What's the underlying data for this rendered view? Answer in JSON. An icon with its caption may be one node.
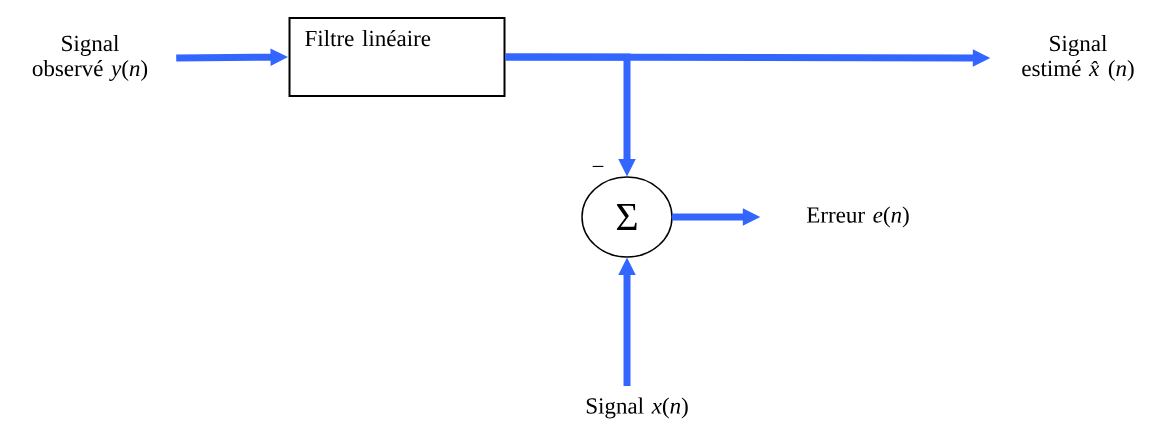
{
  "diagram": {
    "nodes": [
      {
        "text": [
          "Signal observé *y*(*n*)"
        ]
      },
      {
        "text": [
          "Filtre linéaire"
        ]
      },
      {
        "text": [
          "Signal estimé *x̂*(*n*)"
        ]
      },
      {
        "text": [
          "Σ"
        ]
      },
      {
        "text": [
          "Erreur  *e*(*n*)"
        ]
      },
      {
        "text": [
          "Signal *x*(*n*)"
        ]
      }
    ],
    "edges": [
      {
        "from": 0,
        "to": 1,
        "arrow": "to"
      },
      {
        "from": 1,
        "to": 2,
        "arrow": "to"
      },
      {
        "from": 1,
        "to": 3,
        "arrow": "to"
      },
      {
        "from": 3,
        "to": 4,
        "arrow": "to"
      },
      {
        "from": 5,
        "to": 3,
        "arrow": "to"
      }
    ],
    "labels": [
      "−"
    ]
  }
}
